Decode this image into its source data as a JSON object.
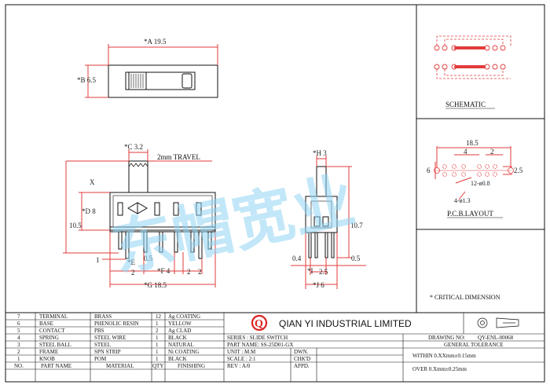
{
  "watermark": "东帽宽业",
  "front_view": {
    "dim_a": "*A 19.5",
    "dim_b": "*B 6.5"
  },
  "side_view": {
    "dim_c": "*C 3.2",
    "travel": "2mm  TRAVEL",
    "x_label": "X",
    "dim_d": "*D 8",
    "dim_105": "10.5",
    "dim_1": "1",
    "dim_e": "*E",
    "dim_05": "0.5",
    "dim_2a": "2",
    "dim_f": "*F 4",
    "dim_2b": "2",
    "dim_2c": "2",
    "dim_g": "*G 18.5"
  },
  "end_view": {
    "dim_h": "*H 3",
    "dim_107": "10.7",
    "dim_04": "0.4",
    "dim_05": "0.5",
    "dim_i": "*I",
    "dim_25": "2.5",
    "dim_j": "*J 6"
  },
  "schematic_label": "SCHEMATIC",
  "pcb": {
    "dim_185": "18.5",
    "dim_4": "4",
    "dim_2": "2",
    "dim_6": "6",
    "dim_25": "2.5",
    "holes_12": "12-ø0.8",
    "holes_4": "4-ø1.3",
    "label": "P.C.B.LAYOUT"
  },
  "critical_note": "* CRITICAL  DIMENSION",
  "company": "QIAN  YI  INDUSTRIAL  LIMITED",
  "logo_letter": "Q",
  "bom": {
    "headers": [
      "NO.",
      "PART NAME",
      "MATERIAL",
      "QTY",
      "FINISHING"
    ],
    "rows": [
      {
        "no": "7",
        "part": "TERMINAL",
        "material": "BRASS",
        "qty": "12",
        "finish": "Ag COATING"
      },
      {
        "no": "6",
        "part": "BASE",
        "material": "PHENOLIC RESIN",
        "qty": "1",
        "finish": "YELLOW"
      },
      {
        "no": "5",
        "part": "CONTACT",
        "material": "PBS",
        "qty": "2",
        "finish": "Ag CLAD"
      },
      {
        "no": "4",
        "part": "SPRING",
        "material": "STEEL WIRE",
        "qty": "1",
        "finish": "BLACK"
      },
      {
        "no": "3",
        "part": "STEEL BALL",
        "material": "STEEL",
        "qty": "1",
        "finish": "NATURAL"
      },
      {
        "no": "2",
        "part": "FRAME",
        "material": "SPN STRIP",
        "qty": "1",
        "finish": "Ni COATING"
      },
      {
        "no": "1",
        "part": "KNOB",
        "material": "POM",
        "qty": "1",
        "finish": "BLACK"
      }
    ]
  },
  "title_block": {
    "series": "SERIES : SLIDE SWITCH",
    "part_name": "PART NAME: SS-25D01-GX",
    "unit": "UNIT : M.M",
    "scale": "SCALE : 2:1",
    "rev": "REV  : A/0",
    "dwn": "DWN.",
    "chkd": "CHK'D",
    "appd": "APPD.",
    "drawing_no_label": "DRAWING NO:",
    "drawing_no": "QY-ENL-00068",
    "general_tolerance": "GENERAL TOLERANCE",
    "tol1": "WITHIN 0.XXmm±0.15mm",
    "tol2": "OVER   0.Xmm±0.25mm"
  }
}
